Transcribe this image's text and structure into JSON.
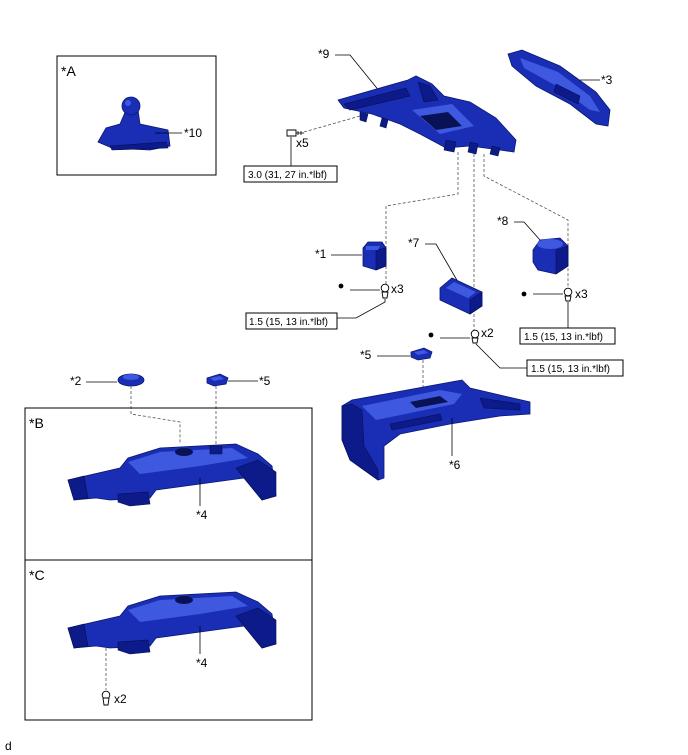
{
  "panels": {
    "a": {
      "label": "*A"
    },
    "b": {
      "label": "*B"
    },
    "c": {
      "label": "*C"
    }
  },
  "parts": {
    "p1": "*1",
    "p2": "*2",
    "p3": "*3",
    "p4_b": "*4",
    "p4_c": "*4",
    "p5_top": "*5",
    "p5_left": "*5",
    "p6": "*6",
    "p7": "*7",
    "p8": "*8",
    "p9": "*9",
    "p10": "*10"
  },
  "quantities": {
    "screws_top": "x5",
    "clip_left": "x3",
    "clip_right": "x3",
    "clip_mid": "x2",
    "bolt_c": "x2"
  },
  "torques": {
    "t_top": "3.0 (31, 27 in.*lbf)",
    "t_left": "1.5 (15, 13 in.*lbf)",
    "t_right": "1.5 (15, 13 in.*lbf)",
    "t_mid": "1.5 (15, 13 in.*lbf)"
  },
  "footer": {
    "code": "d"
  },
  "colors": {
    "part": "#1a2eb5",
    "part_dark": "#0d1a8a",
    "part_light": "#3e58e0"
  }
}
